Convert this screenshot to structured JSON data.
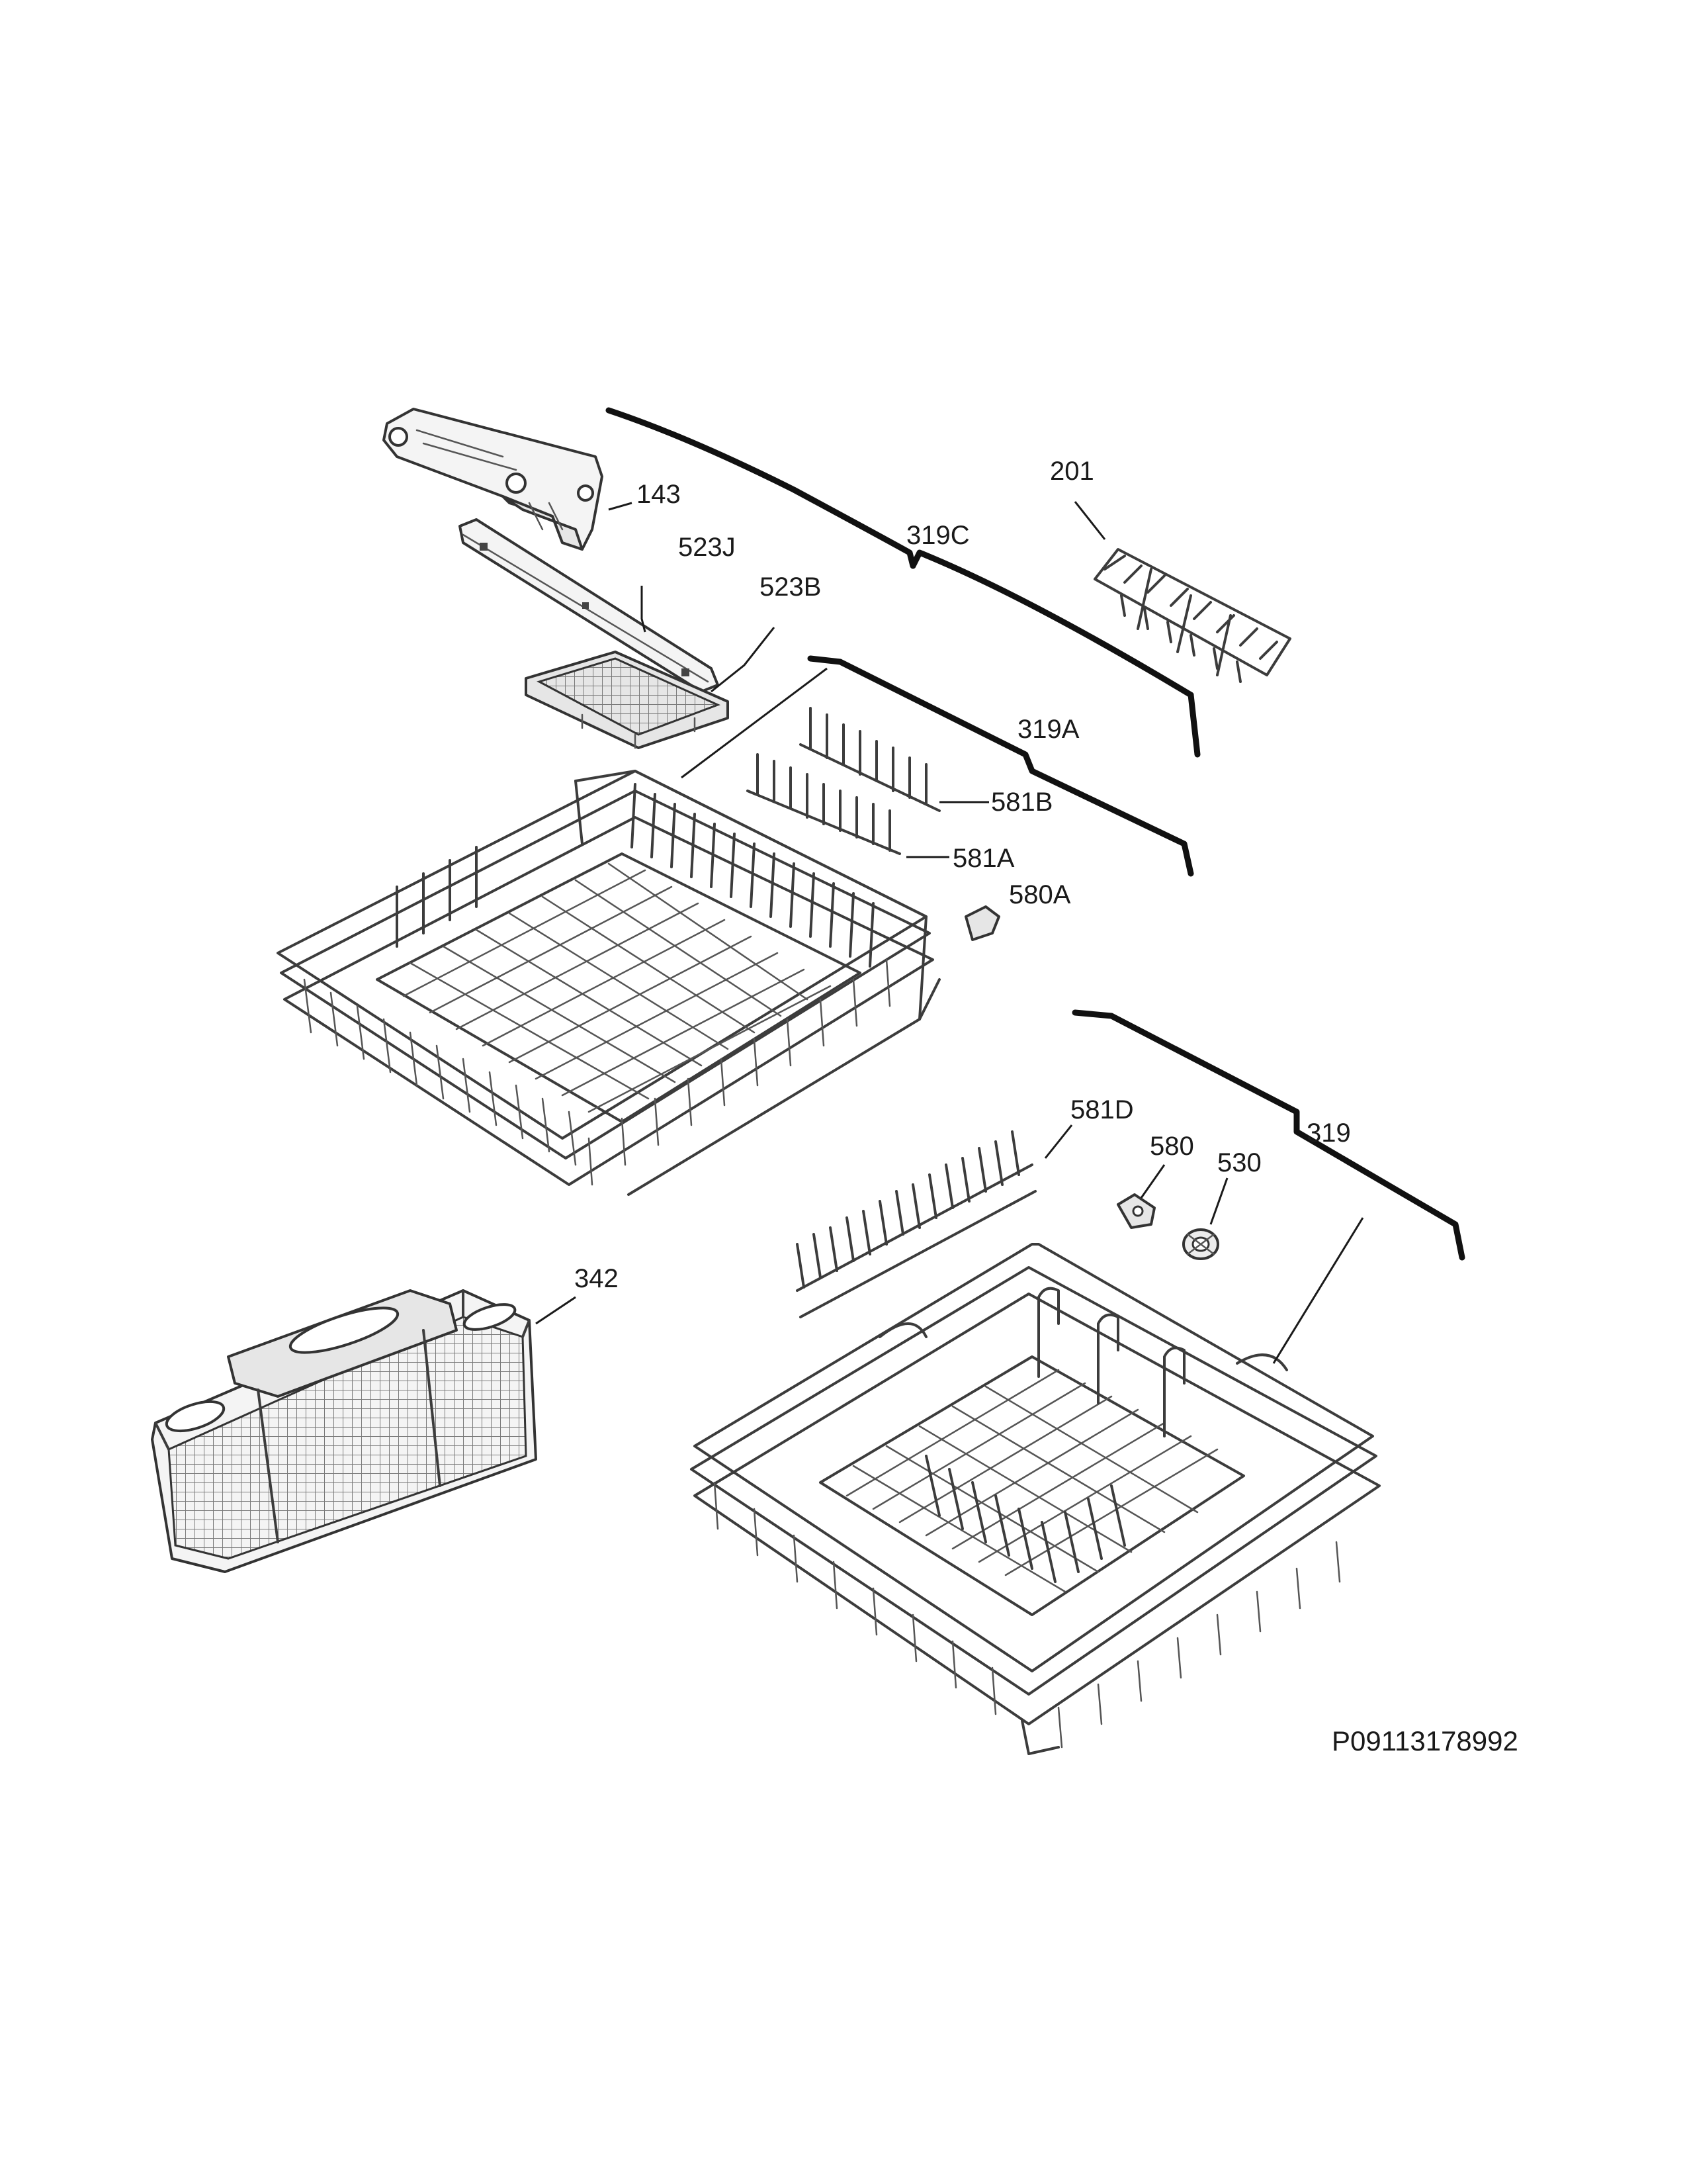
{
  "diagram": {
    "document_id": "P09113178992",
    "colors": {
      "line": "#1a1a1a",
      "background": "#ffffff",
      "part_fill": "#e6e6e6"
    }
  },
  "parts": [
    {
      "id": "143",
      "label": "143"
    },
    {
      "id": "523J",
      "label": "523J"
    },
    {
      "id": "523B",
      "label": "523B"
    },
    {
      "id": "319C",
      "label": "319C"
    },
    {
      "id": "201",
      "label": "201"
    },
    {
      "id": "319A",
      "label": "319A"
    },
    {
      "id": "581B",
      "label": "581B"
    },
    {
      "id": "581A",
      "label": "581A"
    },
    {
      "id": "580A",
      "label": "580A"
    },
    {
      "id": "581D",
      "label": "581D"
    },
    {
      "id": "580",
      "label": "580"
    },
    {
      "id": "530",
      "label": "530"
    },
    {
      "id": "319",
      "label": "319"
    },
    {
      "id": "342",
      "label": "342"
    }
  ]
}
